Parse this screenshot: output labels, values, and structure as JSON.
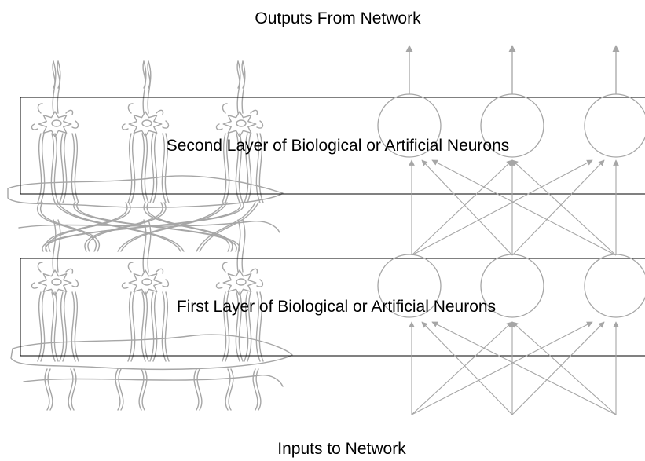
{
  "title": "Outputs From Network",
  "bottom_label": "Inputs to Network",
  "layers": [
    {
      "label": "Second Layer of Biological or Artificial Neurons"
    },
    {
      "label": "First Layer of Biological or Artificial Neurons"
    }
  ],
  "colors": {
    "lines": "#a6a6a6",
    "box": "#000000",
    "text": "#000000"
  }
}
